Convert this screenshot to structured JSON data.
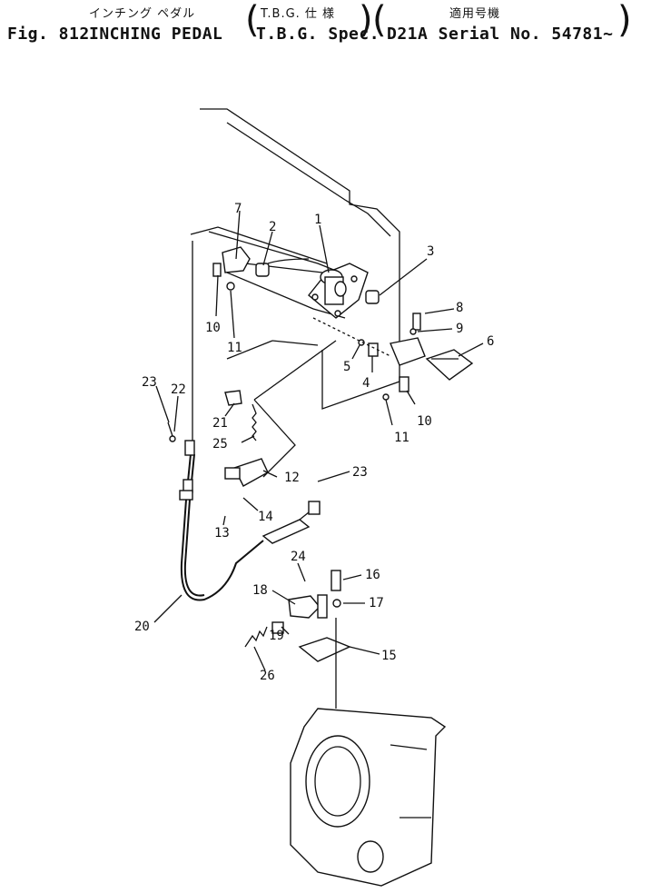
{
  "header": {
    "jp_title": "インチング ペダル",
    "jp_spec": "T.B.G. 仕 様",
    "jp_serial": "適用号機",
    "fig": "Fig. 812",
    "title": "INCHING PEDAL",
    "spec": "T.B.G. Spec.",
    "serial": "D21A Serial No. 54781~"
  },
  "callouts": [
    "1",
    "2",
    "3",
    "4",
    "5",
    "6",
    "7",
    "8",
    "9",
    "10",
    "10",
    "11",
    "11",
    "12",
    "13",
    "14",
    "15",
    "16",
    "17",
    "18",
    "19",
    "20",
    "21",
    "22",
    "23",
    "23",
    "24",
    "25",
    "26"
  ]
}
